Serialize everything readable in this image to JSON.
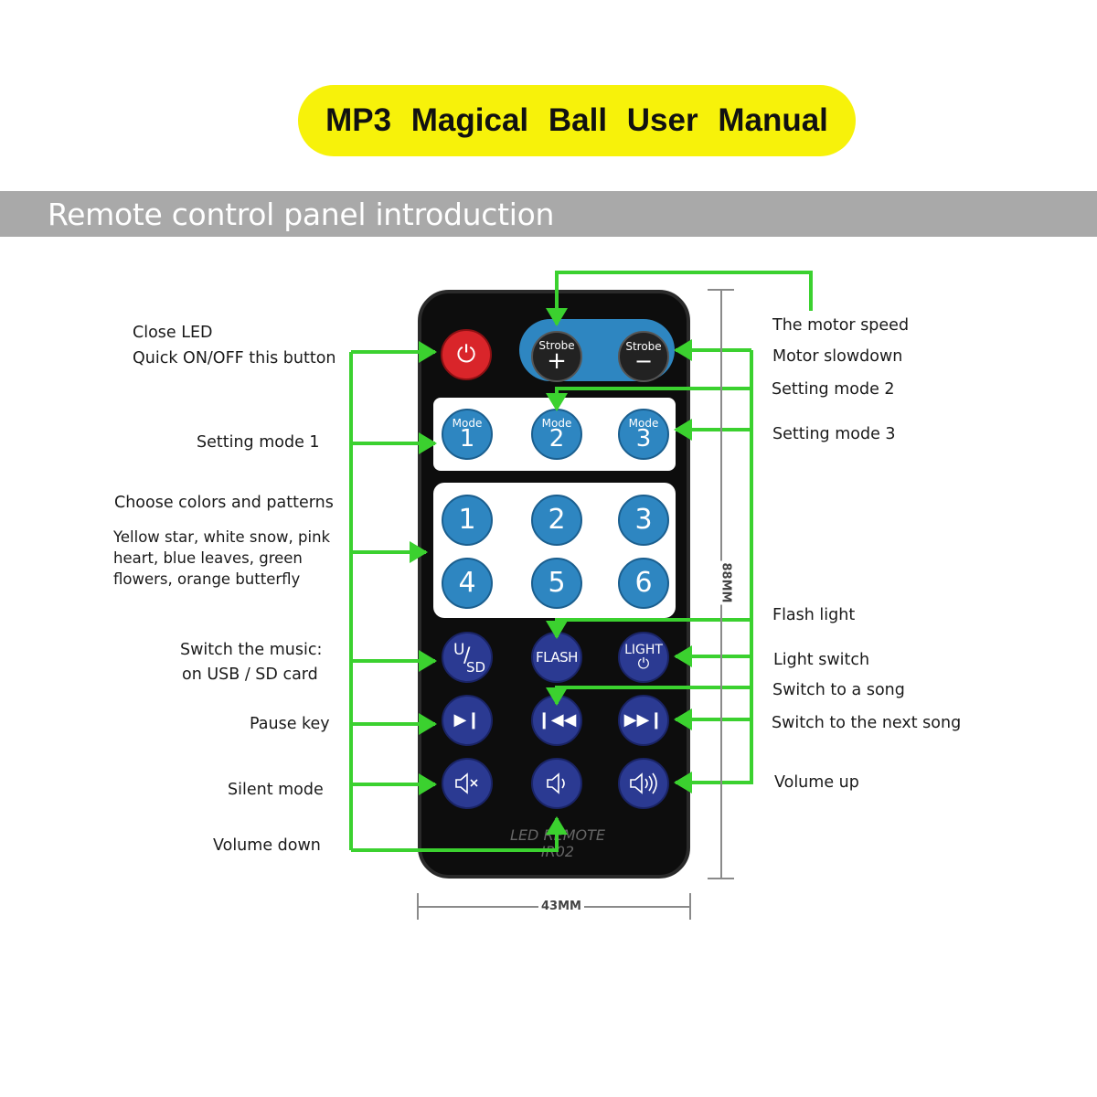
{
  "title": "MP3  Magical  Ball  User  Manual",
  "section_title": "Remote control panel introduction",
  "left_labels": {
    "close_led": "Close LED",
    "quick_onoff": "Quick ON/OFF  this button",
    "setting_mode_1": "Setting mode 1",
    "choose_colors": "Choose colors and patterns",
    "patterns_line1": "Yellow star, white snow, pink",
    "patterns_line2": "heart, blue leaves, green",
    "patterns_line3": "flowers, orange butterfly",
    "switch_music_1": "Switch the music:",
    "switch_music_2": "on USB / SD card",
    "pause_key": "Pause key",
    "silent_mode": "Silent mode",
    "volume_down": "Volume down"
  },
  "right_labels": {
    "motor_speed": "The motor speed",
    "motor_slowdown": "Motor slowdown",
    "setting_mode_2": "Setting mode 2",
    "setting_mode_3": "Setting mode 3",
    "flash_light": "Flash light",
    "light_switch": "Light switch",
    "switch_song": "Switch to a song",
    "next_song": "Switch to the next song",
    "volume_up": "Volume up"
  },
  "remote": {
    "strobe_label": "Strobe",
    "strobe_plus": "+",
    "strobe_minus": "−",
    "mode_label": "Mode",
    "modes": [
      "1",
      "2",
      "3"
    ],
    "numbers": [
      "1",
      "2",
      "3",
      "4",
      "5",
      "6"
    ],
    "usd_u": "U",
    "usd_sd": "SD",
    "flash": "FLASH",
    "light": "LIGHT",
    "model_line1": "LED REMOTE",
    "model_line2": "IR02"
  },
  "dimensions": {
    "height": "88MM",
    "width": "43MM"
  },
  "icons": [
    "power-icon",
    "play-pause-icon",
    "previous-icon",
    "next-icon",
    "mute-icon",
    "volume-down-icon",
    "volume-up-icon",
    "light-power-icon"
  ],
  "colors": {
    "title_bg": "#f7f20a",
    "section_bar": "#a9a9a9",
    "arrow": "#3bd12f",
    "button_blue": "#2e86c1",
    "button_navy": "#2b3a92",
    "power_red": "#d9252a"
  }
}
